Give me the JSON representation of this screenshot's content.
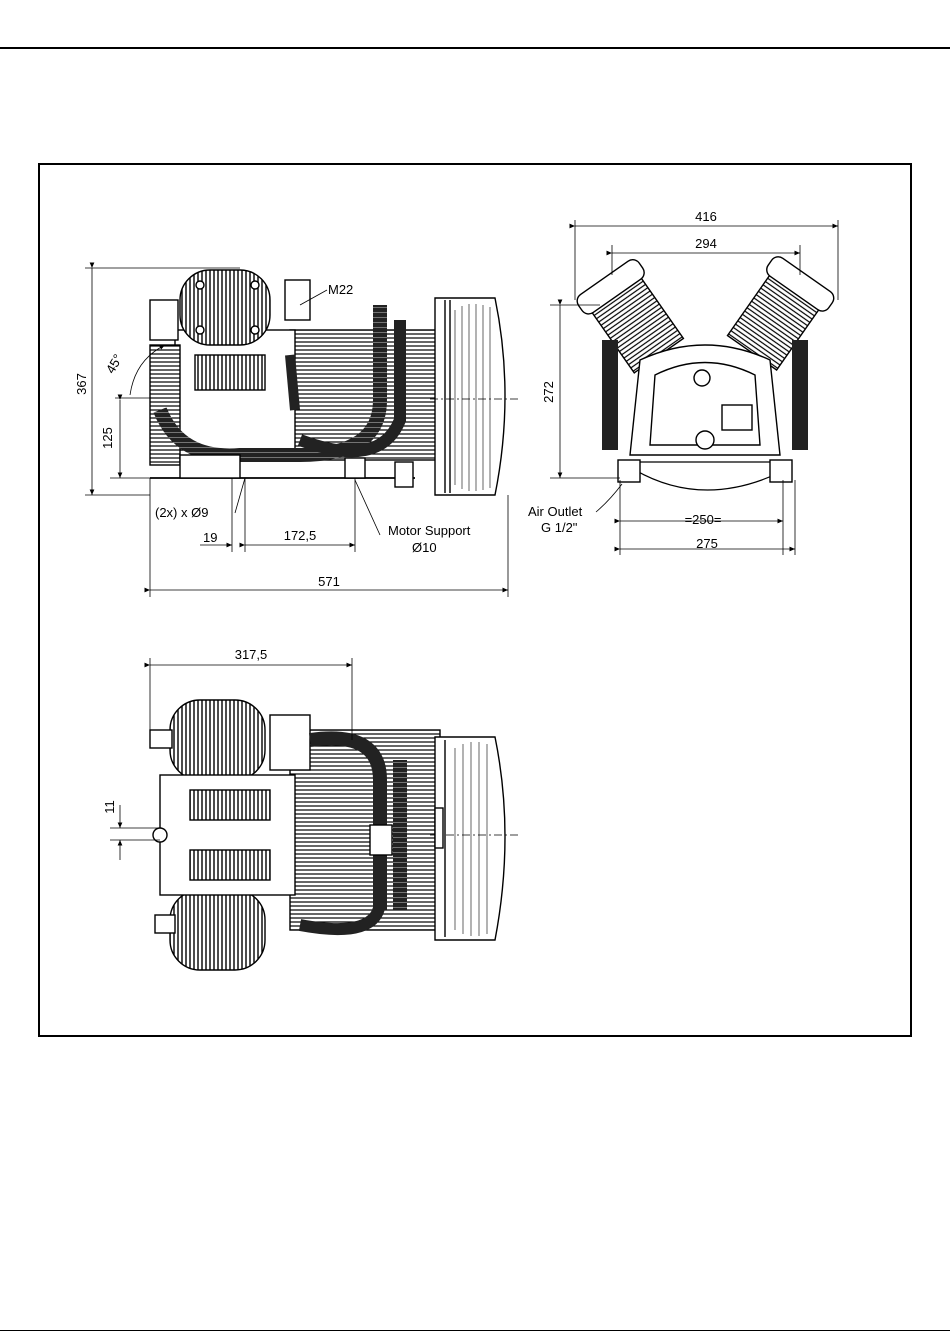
{
  "dimensions": {
    "height_overall": "367",
    "angle": "45°",
    "height_support": "125",
    "thread": "M22",
    "holes": "(2x) x Ø9",
    "offset_19": "19",
    "spacing_1725": "172,5",
    "motor_support": "Motor Support",
    "motor_support_dia": "Ø10",
    "length_overall": "571",
    "width_416": "416",
    "width_294": "294",
    "height_272": "272",
    "air_outlet": "Air Outlet",
    "air_outlet_thread": "G 1/2\"",
    "feet_250": "=250=",
    "feet_275": "275",
    "top_3175": "317,5",
    "offset_11": "11"
  },
  "colors": {
    "line": "#000000",
    "background": "#ffffff"
  },
  "icons": [
    "compressor-side-view",
    "compressor-front-view",
    "compressor-top-view"
  ]
}
